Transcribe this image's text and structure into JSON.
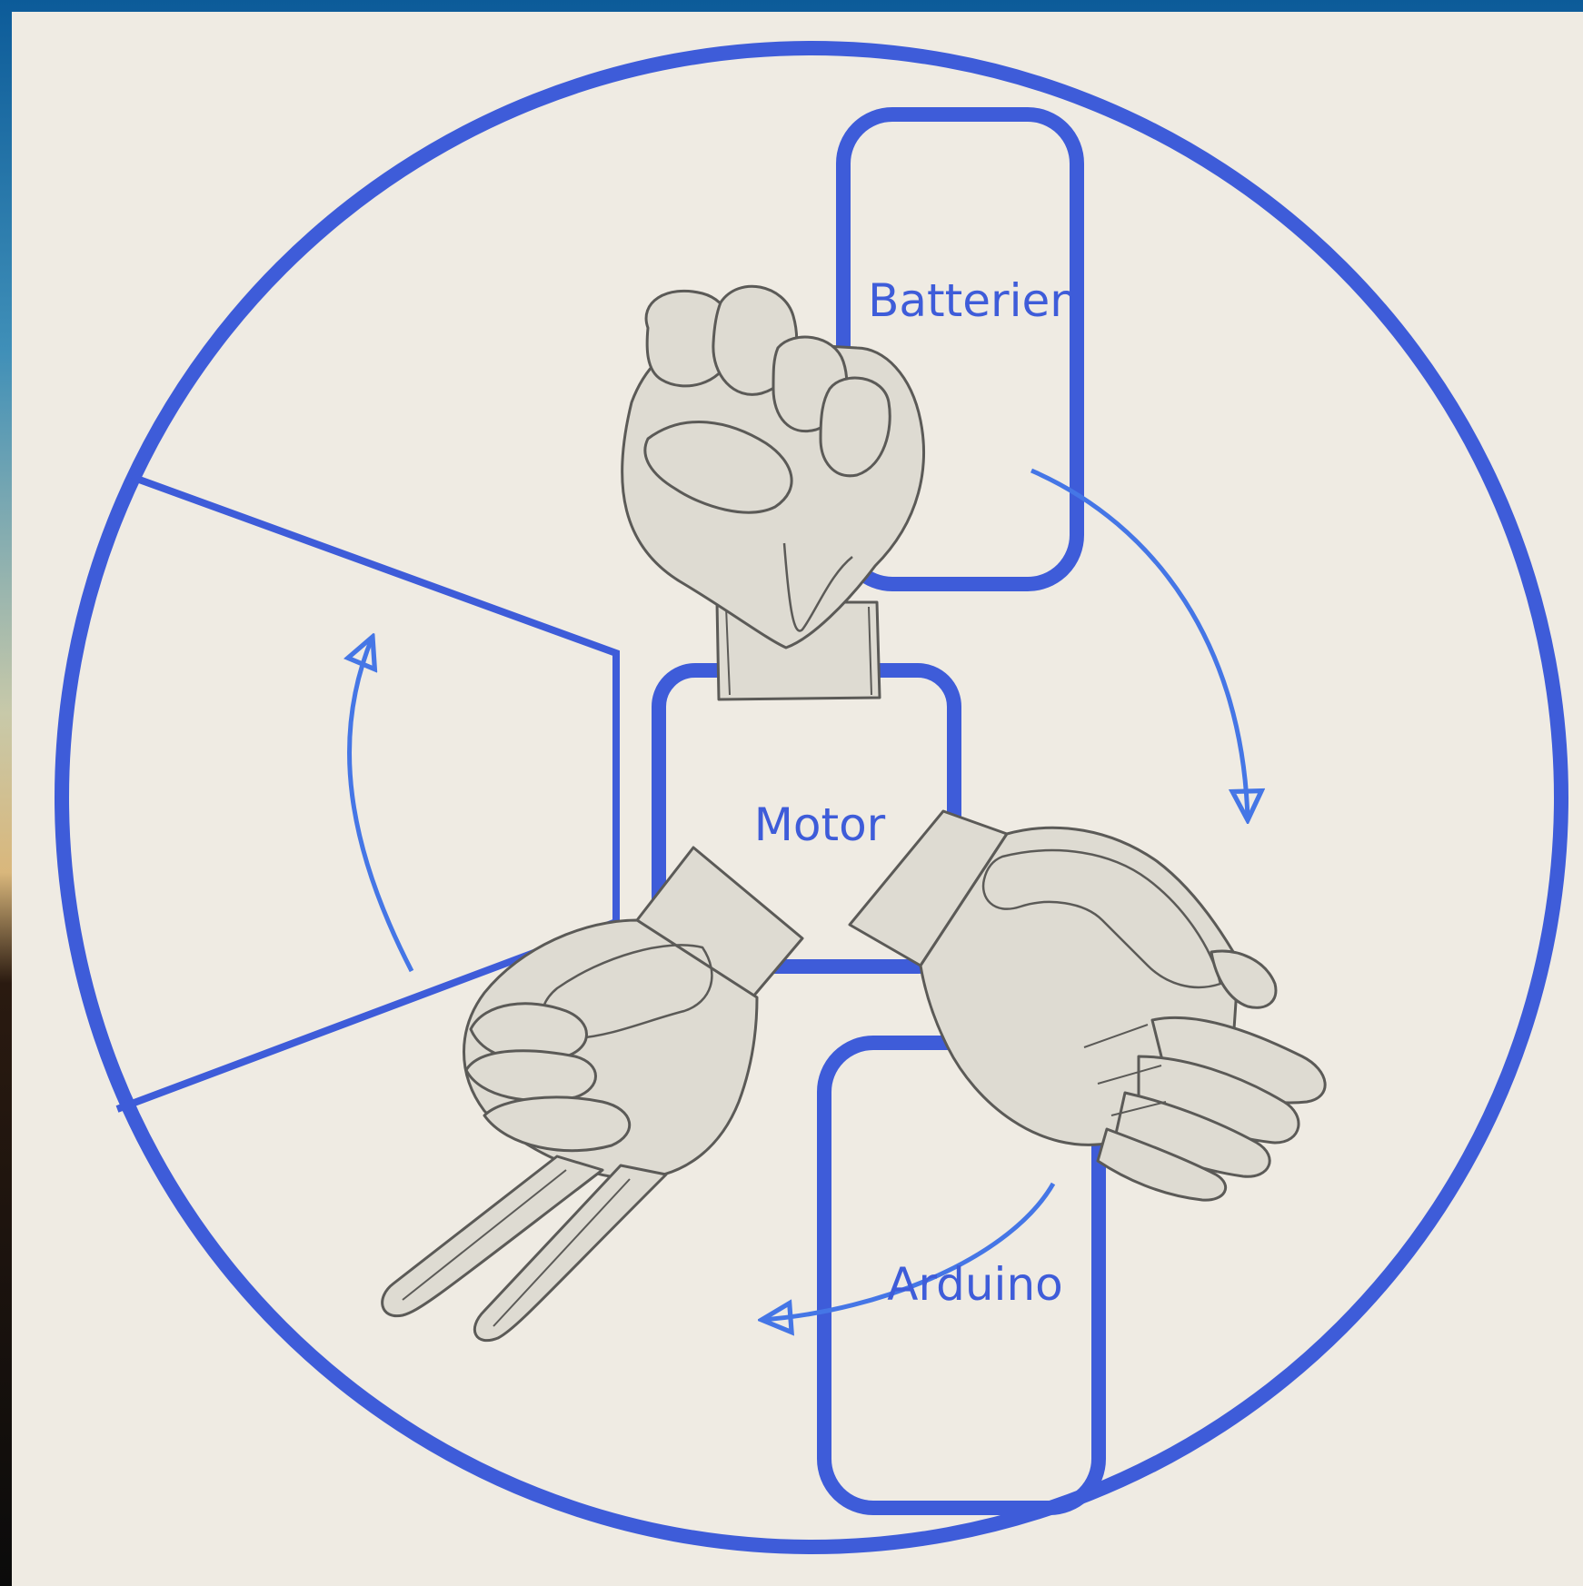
{
  "diagram": {
    "labels": {
      "batteries": "Batterien",
      "motor": "Motor",
      "arduino": "Arduino"
    },
    "gestures": [
      "fist-hand",
      "flat-hand",
      "peace-hand"
    ],
    "colors": {
      "accent": "#3e5cd9",
      "arrow": "#4576e6",
      "background": "#efebe3",
      "hand_fill": "#dedbd2",
      "hand_stroke": "#5b5a57"
    }
  }
}
